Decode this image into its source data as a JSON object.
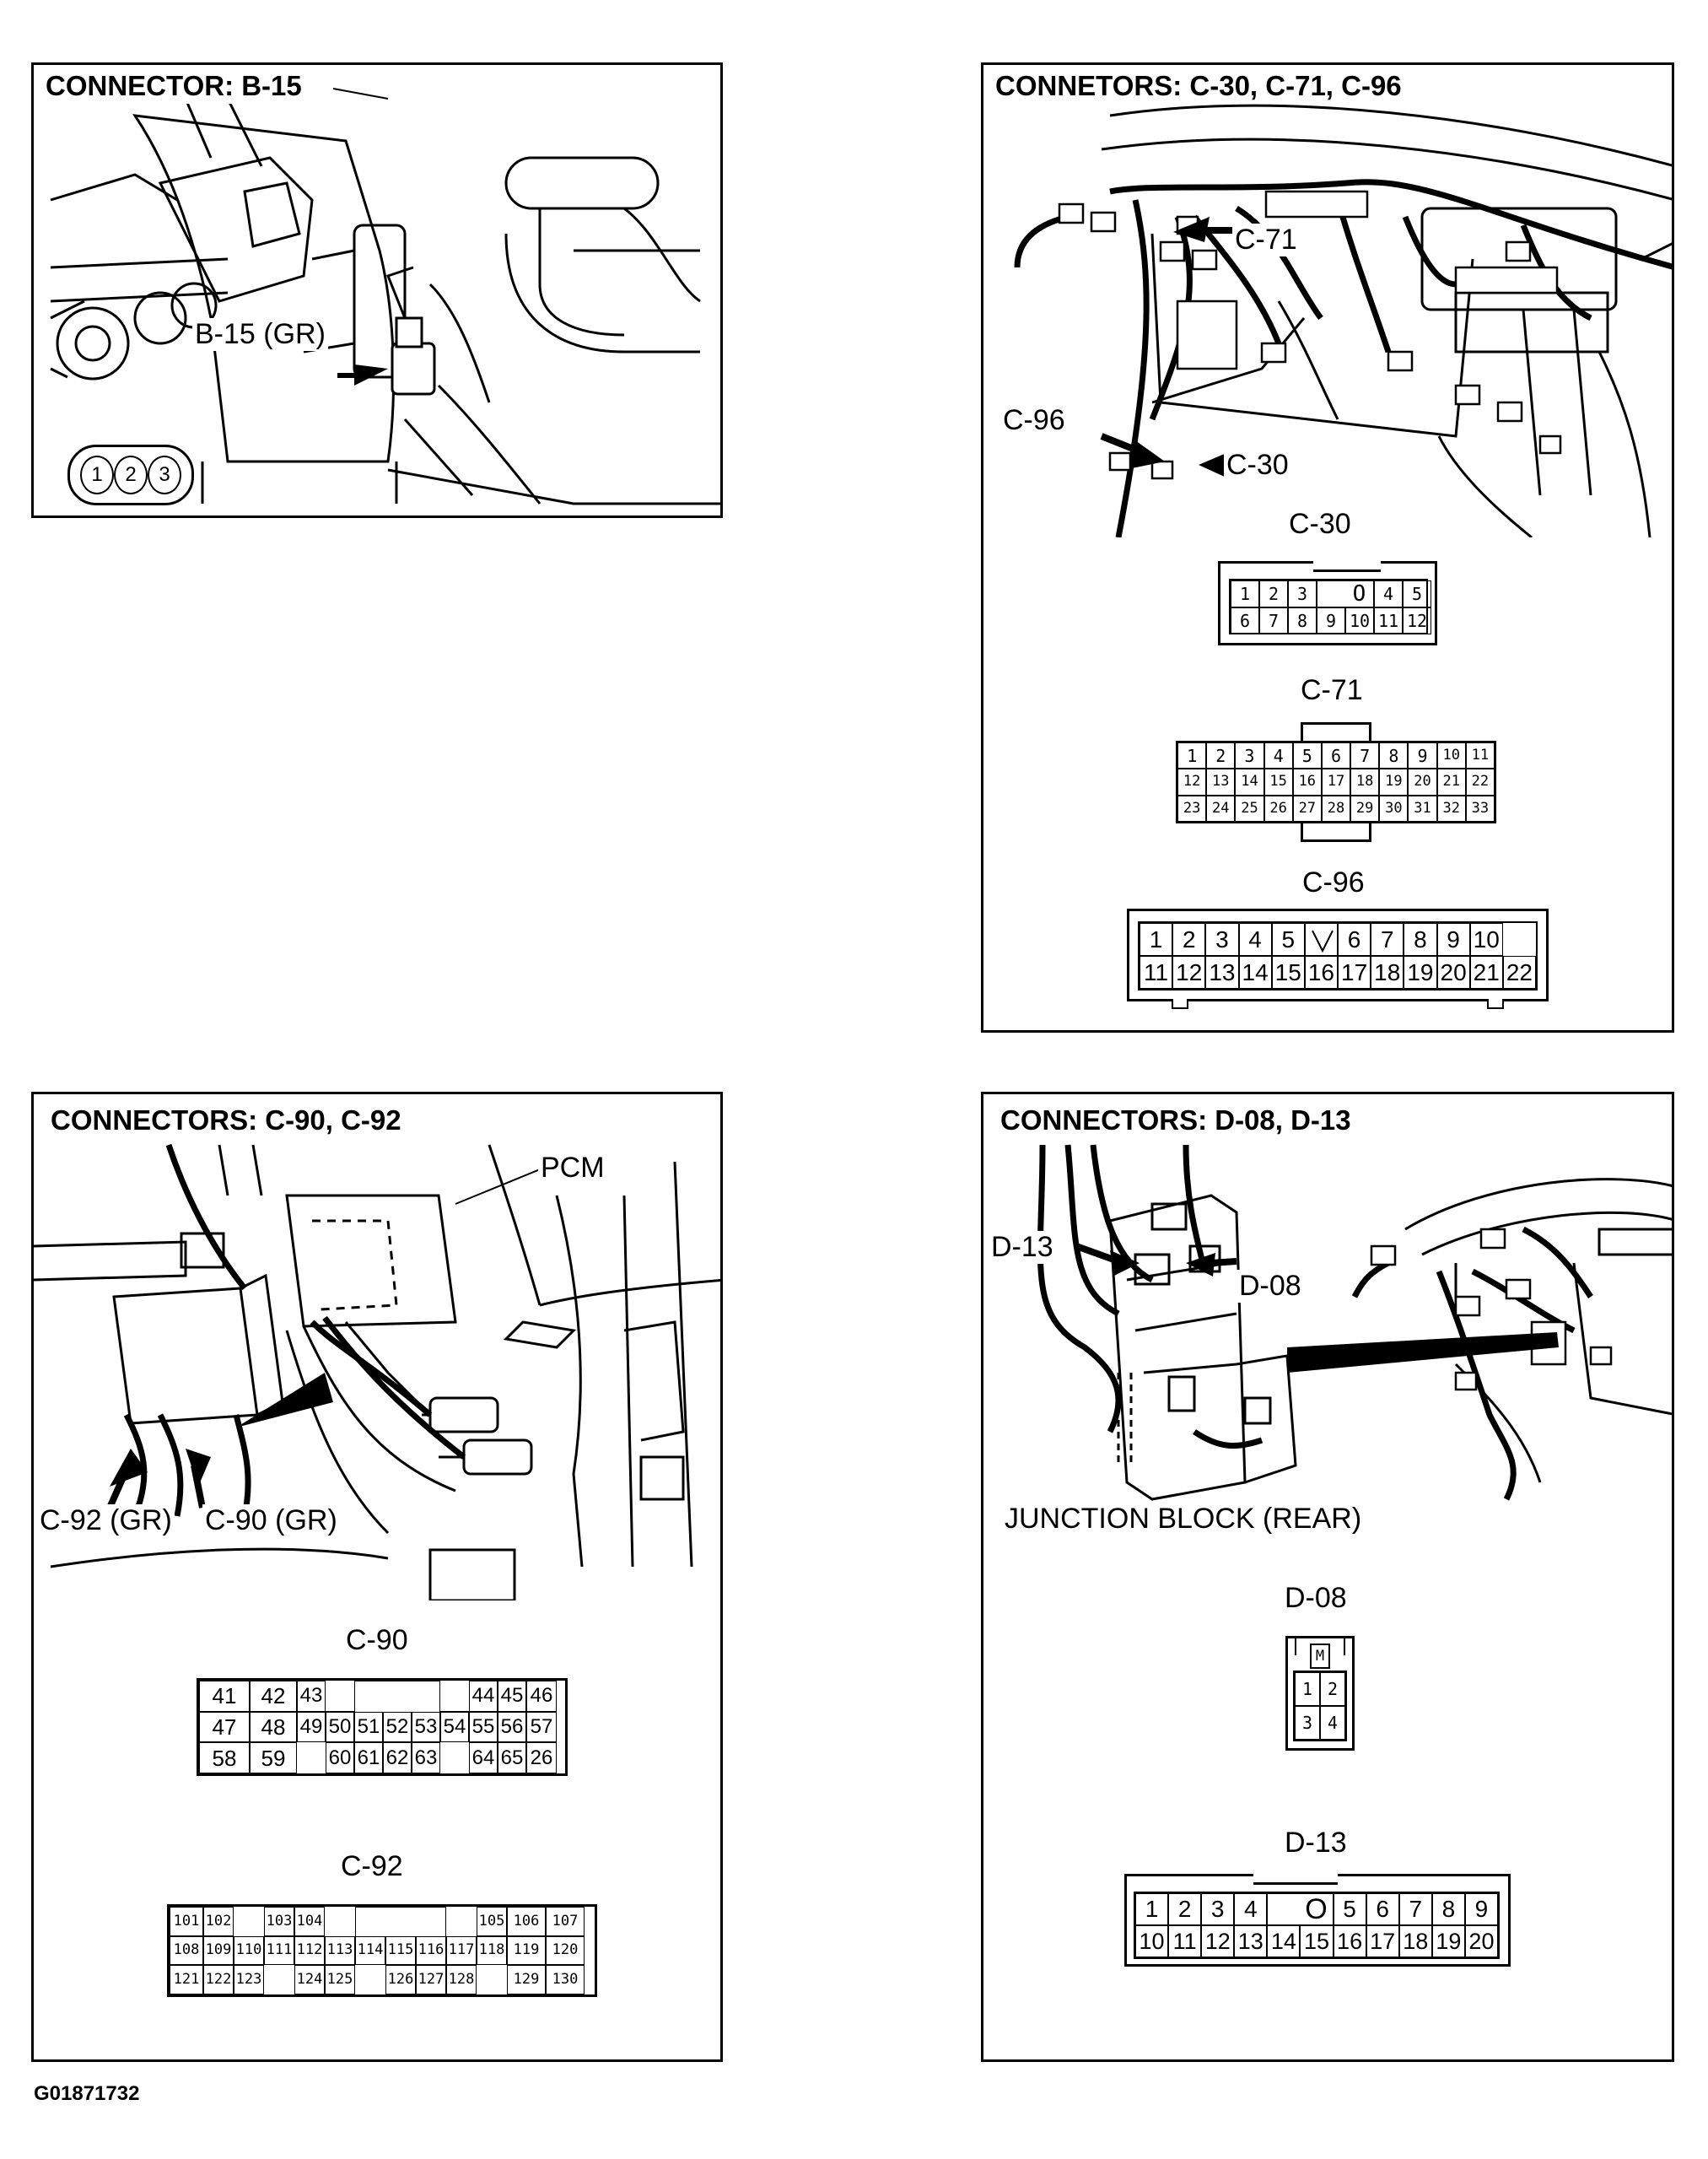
{
  "panels": {
    "b15": {
      "title": "CONNECTOR: B-15",
      "label": "B-15 (GR)",
      "pins": [
        "1",
        "2",
        "3"
      ]
    },
    "c30_c71_c96": {
      "title": "CONNETORS: C-30, C-71, C-96",
      "callout_c71": "C-71",
      "callout_c96": "C-96",
      "callout_c30": "C-30",
      "c30_title": "C-30",
      "c71_title": "C-71",
      "c96_title": "C-96",
      "c30_rows": [
        [
          "1",
          "2",
          "3",
          "",
          "O",
          "4",
          "5"
        ],
        [
          "6",
          "7",
          "8",
          "9",
          "10",
          "11",
          "12"
        ]
      ],
      "c71_rows": [
        [
          "1",
          "2",
          "3",
          "4",
          "5",
          "6",
          "7",
          "8",
          "9",
          "10",
          "11"
        ],
        [
          "12",
          "13",
          "14",
          "15",
          "16",
          "17",
          "18",
          "19",
          "20",
          "21",
          "22"
        ],
        [
          "23",
          "24",
          "25",
          "26",
          "27",
          "28",
          "29",
          "30",
          "31",
          "32",
          "33"
        ]
      ],
      "c96_rows": [
        [
          "1",
          "2",
          "3",
          "4",
          "5",
          "",
          "6",
          "7",
          "8",
          "9",
          "10"
        ],
        [
          "11",
          "12",
          "13",
          "14",
          "15",
          "16",
          "17",
          "18",
          "19",
          "20",
          "21",
          "22"
        ]
      ]
    },
    "c90_c92": {
      "title": "CONNECTORS: C-90, C-92",
      "callout_pcm": "PCM",
      "callout_c92": "C-92 (GR)",
      "callout_c90": "C-90 (GR)",
      "c90_title": "C-90",
      "c92_title": "C-92",
      "c90_rows": [
        [
          "41",
          "42",
          "43",
          "",
          "",
          "",
          "",
          "",
          "44",
          "45",
          "46"
        ],
        [
          "47",
          "48",
          "49",
          "50",
          "51",
          "52",
          "53",
          "54",
          "55",
          "56",
          "57"
        ],
        [
          "58",
          "59",
          "",
          "60",
          "61",
          "62",
          "63",
          "",
          "64",
          "65",
          "26"
        ]
      ],
      "c92_rows": [
        [
          "101",
          "102",
          "",
          "103",
          "104",
          "",
          "",
          "",
          "",
          "105",
          "106",
          "107"
        ],
        [
          "108",
          "109",
          "110",
          "111",
          "112",
          "113",
          "114",
          "115",
          "116",
          "117",
          "118",
          "119",
          "120"
        ],
        [
          "121",
          "122",
          "123",
          "",
          "124",
          "125",
          "",
          "126",
          "127",
          "128",
          "",
          "129",
          "130"
        ]
      ]
    },
    "d08_d13": {
      "title": "CONNECTORS: D-08, D-13",
      "callout_d13": "D-13",
      "callout_d08": "D-08",
      "junction_label": "JUNCTION BLOCK (REAR)",
      "d08_title": "D-08",
      "d13_title": "D-13",
      "d08_mark": "M",
      "d08_rows": [
        [
          "1",
          "2"
        ],
        [
          "3",
          "4"
        ]
      ],
      "d13_rows": [
        [
          "1",
          "2",
          "3",
          "4",
          "",
          "O",
          "5",
          "6",
          "7",
          "8",
          "9"
        ],
        [
          "10",
          "11",
          "12",
          "13",
          "14",
          "15",
          "16",
          "17",
          "18",
          "19",
          "20"
        ]
      ]
    }
  },
  "figure_id": "G01871732"
}
